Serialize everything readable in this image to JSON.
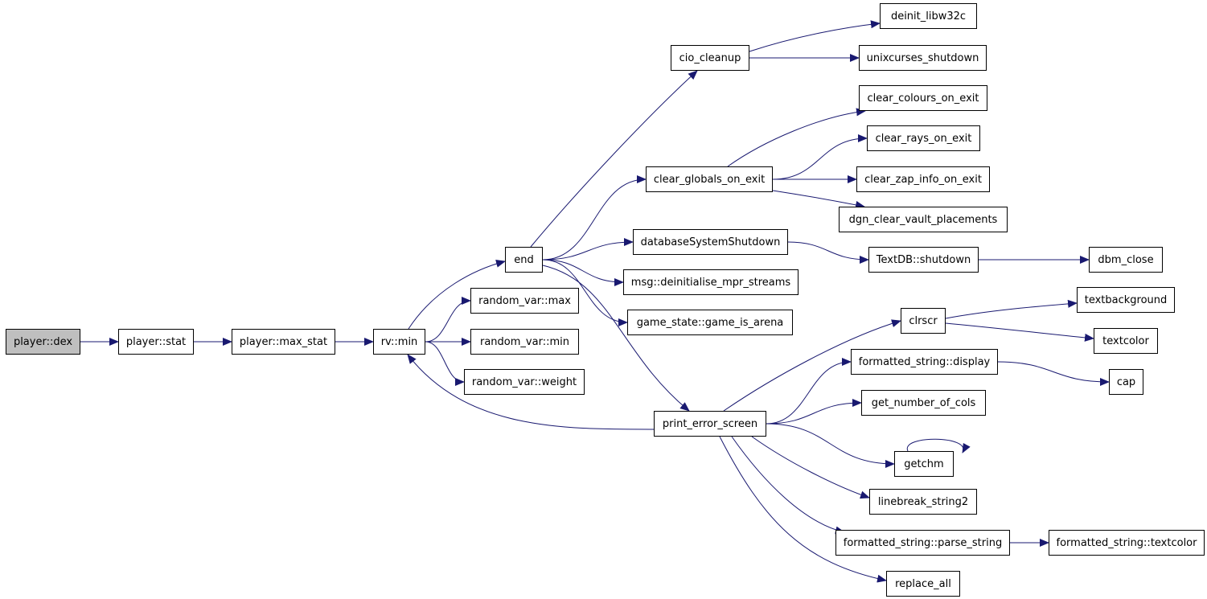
{
  "colors": {
    "edge": "#191970",
    "node_border": "#000000",
    "node_fill": "#ffffff",
    "root_fill": "#bfbfbf"
  },
  "nodes": {
    "player_dex": "player::dex",
    "player_stat": "player::stat",
    "player_max_stat": "player::max_stat",
    "rv_min": "rv::min",
    "end": "end",
    "random_var_max": "random_var::max",
    "random_var_min": "random_var::min",
    "random_var_weight": "random_var::weight",
    "cio_cleanup": "cio_cleanup",
    "clear_globals_on_exit": "clear_globals_on_exit",
    "databaseSystemShutdown": "databaseSystemShutdown",
    "msg_deinitialise_mpr_streams": "msg::deinitialise_mpr_streams",
    "game_state_game_is_arena": "game_state::game_is_arena",
    "print_error_screen": "print_error_screen",
    "deinit_libw32c": "deinit_libw32c",
    "unixcurses_shutdown": "unixcurses_shutdown",
    "clear_colours_on_exit": "clear_colours_on_exit",
    "clear_rays_on_exit": "clear_rays_on_exit",
    "clear_zap_info_on_exit": "clear_zap_info_on_exit",
    "dgn_clear_vault_placements": "dgn_clear_vault_placements",
    "TextDB_shutdown": "TextDB::shutdown",
    "dbm_close": "dbm_close",
    "clrscr": "clrscr",
    "formatted_string_display": "formatted_string::display",
    "get_number_of_cols": "get_number_of_cols",
    "getchm": "getchm",
    "linebreak_string2": "linebreak_string2",
    "formatted_string_parse_string": "formatted_string::parse_string",
    "replace_all": "replace_all",
    "textbackground": "textbackground",
    "textcolor": "textcolor",
    "cap": "cap",
    "formatted_string_textcolor": "formatted_string::textcolor"
  },
  "edges": [
    [
      "player_dex",
      "player_stat"
    ],
    [
      "player_stat",
      "player_max_stat"
    ],
    [
      "player_max_stat",
      "rv_min"
    ],
    [
      "rv_min",
      "end"
    ],
    [
      "rv_min",
      "random_var_max"
    ],
    [
      "rv_min",
      "random_var_min"
    ],
    [
      "rv_min",
      "random_var_weight"
    ],
    [
      "end",
      "cio_cleanup"
    ],
    [
      "end",
      "clear_globals_on_exit"
    ],
    [
      "end",
      "databaseSystemShutdown"
    ],
    [
      "end",
      "msg_deinitialise_mpr_streams"
    ],
    [
      "end",
      "game_state_game_is_arena"
    ],
    [
      "end",
      "print_error_screen"
    ],
    [
      "cio_cleanup",
      "deinit_libw32c"
    ],
    [
      "cio_cleanup",
      "unixcurses_shutdown"
    ],
    [
      "clear_globals_on_exit",
      "clear_colours_on_exit"
    ],
    [
      "clear_globals_on_exit",
      "clear_rays_on_exit"
    ],
    [
      "clear_globals_on_exit",
      "clear_zap_info_on_exit"
    ],
    [
      "clear_globals_on_exit",
      "dgn_clear_vault_placements"
    ],
    [
      "databaseSystemShutdown",
      "TextDB_shutdown"
    ],
    [
      "TextDB_shutdown",
      "dbm_close"
    ],
    [
      "print_error_screen",
      "rv_min"
    ],
    [
      "print_error_screen",
      "clrscr"
    ],
    [
      "print_error_screen",
      "formatted_string_display"
    ],
    [
      "print_error_screen",
      "get_number_of_cols"
    ],
    [
      "print_error_screen",
      "getchm"
    ],
    [
      "print_error_screen",
      "linebreak_string2"
    ],
    [
      "print_error_screen",
      "formatted_string_parse_string"
    ],
    [
      "print_error_screen",
      "replace_all"
    ],
    [
      "clrscr",
      "textbackground"
    ],
    [
      "clrscr",
      "textcolor"
    ],
    [
      "formatted_string_display",
      "cap"
    ],
    [
      "formatted_string_parse_string",
      "formatted_string_textcolor"
    ],
    [
      "getchm",
      "getchm"
    ]
  ]
}
